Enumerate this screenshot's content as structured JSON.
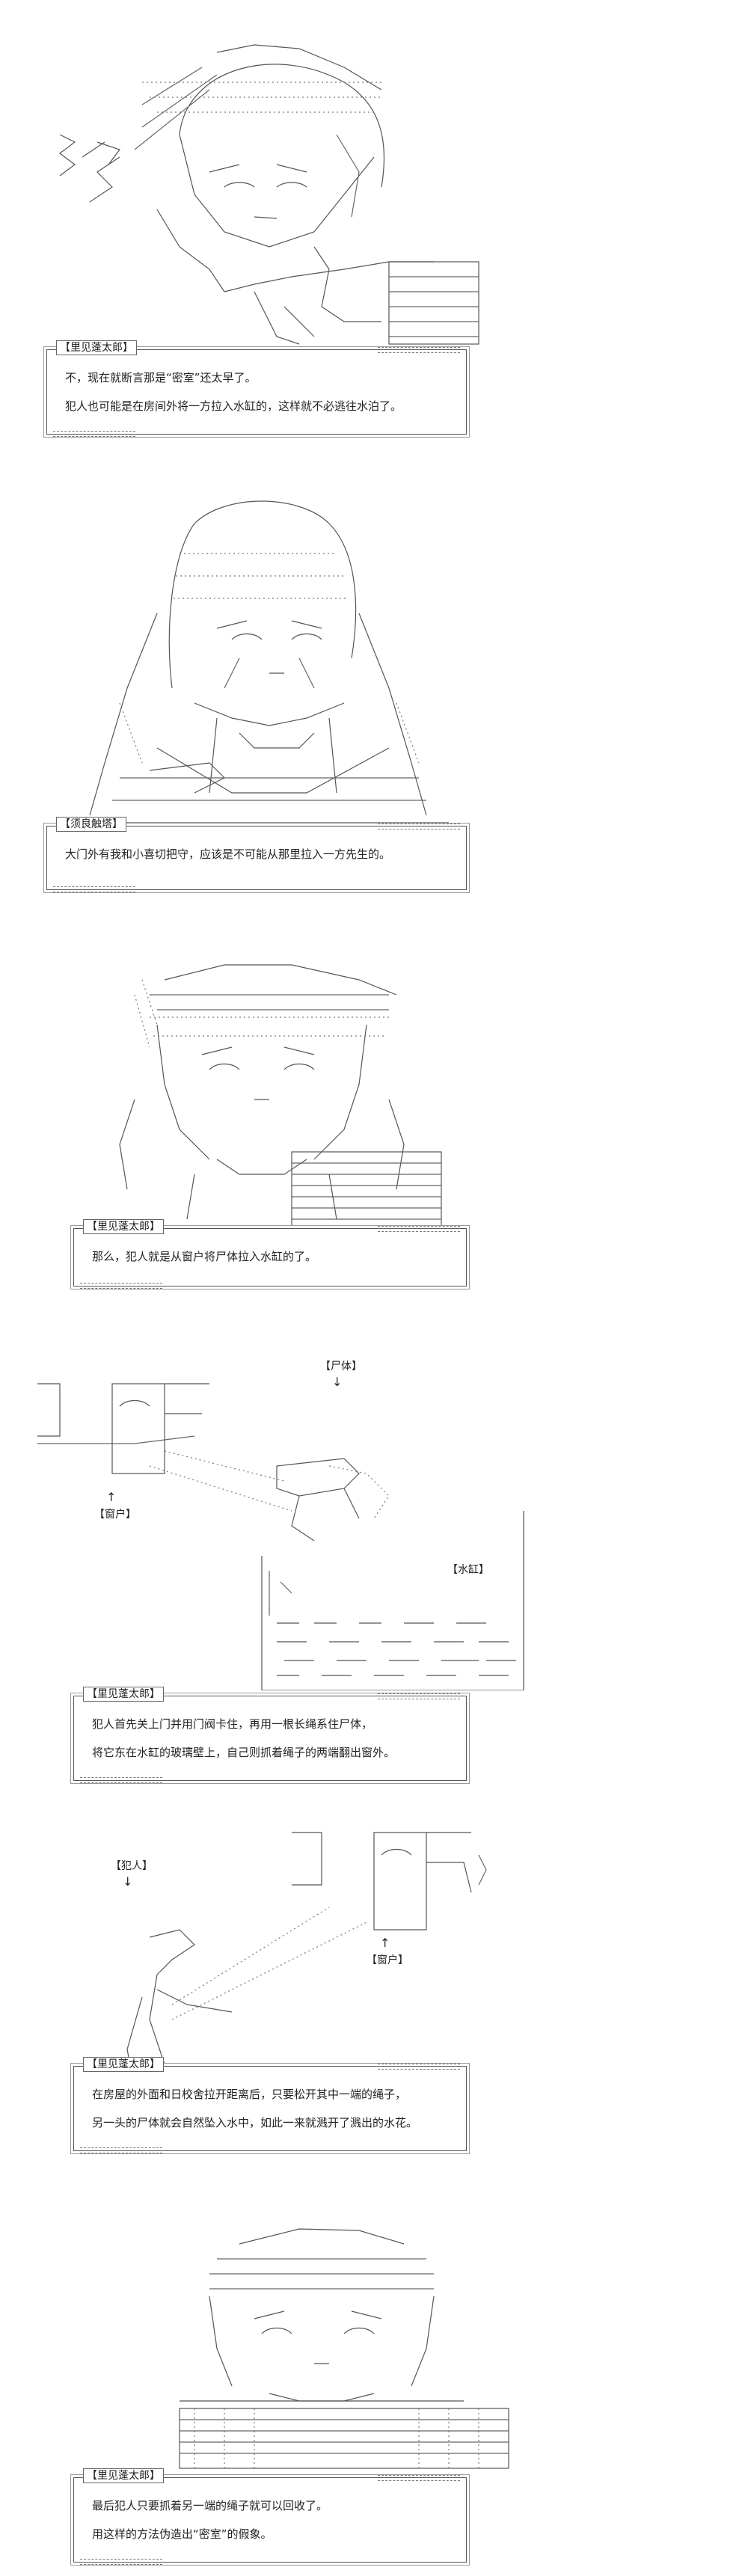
{
  "panels": [
    {
      "speaker": "【里见蓬太郎】",
      "lines": [
        "不，现在就断言那是“密室”还太早了。",
        "犯人也可能是在房间外将一方拉入水缸的，这样就不必逃往水泊了。"
      ]
    },
    {
      "speaker": "【须良触塔】",
      "lines": [
        "大门外有我和小喜切把守，应该是不可能从那里拉入一方先生的。"
      ]
    },
    {
      "speaker": "【里见蓬太郎】",
      "lines": [
        "那么，犯人就是从窗户将尸体拉入水缸的了。"
      ]
    },
    {
      "speaker": "【里见蓬太郎】",
      "lines": [
        "犯人首先关上门并用门阀卡住，再用一根长绳系住尸体，",
        "将它东在水缸的玻璃壁上，自己则抓着绳子的两端翻出窗外。"
      ],
      "labels": {
        "corpse": "【尸体】",
        "window": "【窗户】",
        "tank": "【水缸】"
      }
    },
    {
      "speaker": "【里见蓬太郎】",
      "lines": [
        "在房屋的外面和日校舍拉开距离后，只要松开其中一端的绳子，",
        "另一头的尸体就会自然坠入水中，如此一来就溅开了溅出的水花。"
      ],
      "labels": {
        "culprit": "【犯人】",
        "window": "【窗户】"
      }
    },
    {
      "speaker": "【里见蓬太郎】",
      "lines": [
        "最后犯人只要抓着另一端的绳子就可以回收了。",
        "用这样的方法伪造出“密室”的假象。"
      ]
    }
  ],
  "arrows": {
    "down": "↓",
    "up": "↑"
  }
}
